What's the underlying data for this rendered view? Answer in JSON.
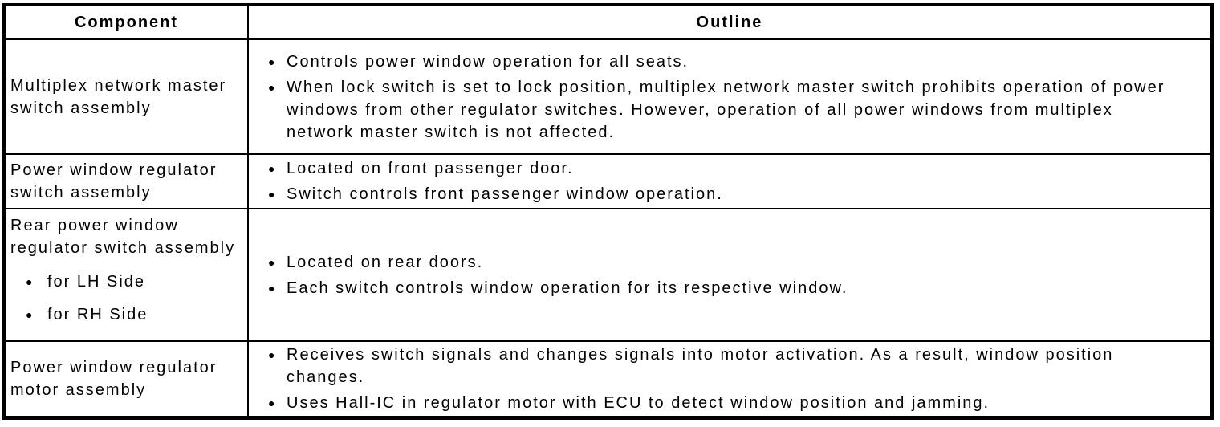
{
  "icons": {
    "bullet": "●"
  },
  "colors": {
    "text": "#000000",
    "border": "#000000",
    "background": "#ffffff"
  },
  "header": {
    "component": "Component",
    "outline": "Outline"
  },
  "rows": [
    {
      "component_lines": [
        "Multiplex network master",
        "switch assembly"
      ],
      "outline_bullets": [
        "Controls power window operation for all seats.",
        "When lock switch is set to lock position, multiplex network master switch prohibits operation of power windows from other regulator switches. However, operation of all power windows from multiplex network master switch is not affected."
      ]
    },
    {
      "component_lines": [
        "Power window regulator",
        "switch assembly"
      ],
      "outline_bullets": [
        "Located on front passenger door.",
        "Switch controls front passenger window operation."
      ]
    },
    {
      "component_lines": [
        "Rear power window",
        "regulator switch assembly"
      ],
      "component_sub_bullets": [
        "for LH Side",
        "for RH Side"
      ],
      "outline_bullets": [
        "Located on rear doors.",
        "Each switch controls window operation for its respective window."
      ]
    },
    {
      "component_lines": [
        "Power window regulator",
        "motor assembly"
      ],
      "outline_bullets": [
        "Receives switch signals and changes signals into motor activation. As a result, window position changes.",
        "Uses Hall-IC in regulator motor with ECU to detect window position and jamming."
      ]
    }
  ]
}
